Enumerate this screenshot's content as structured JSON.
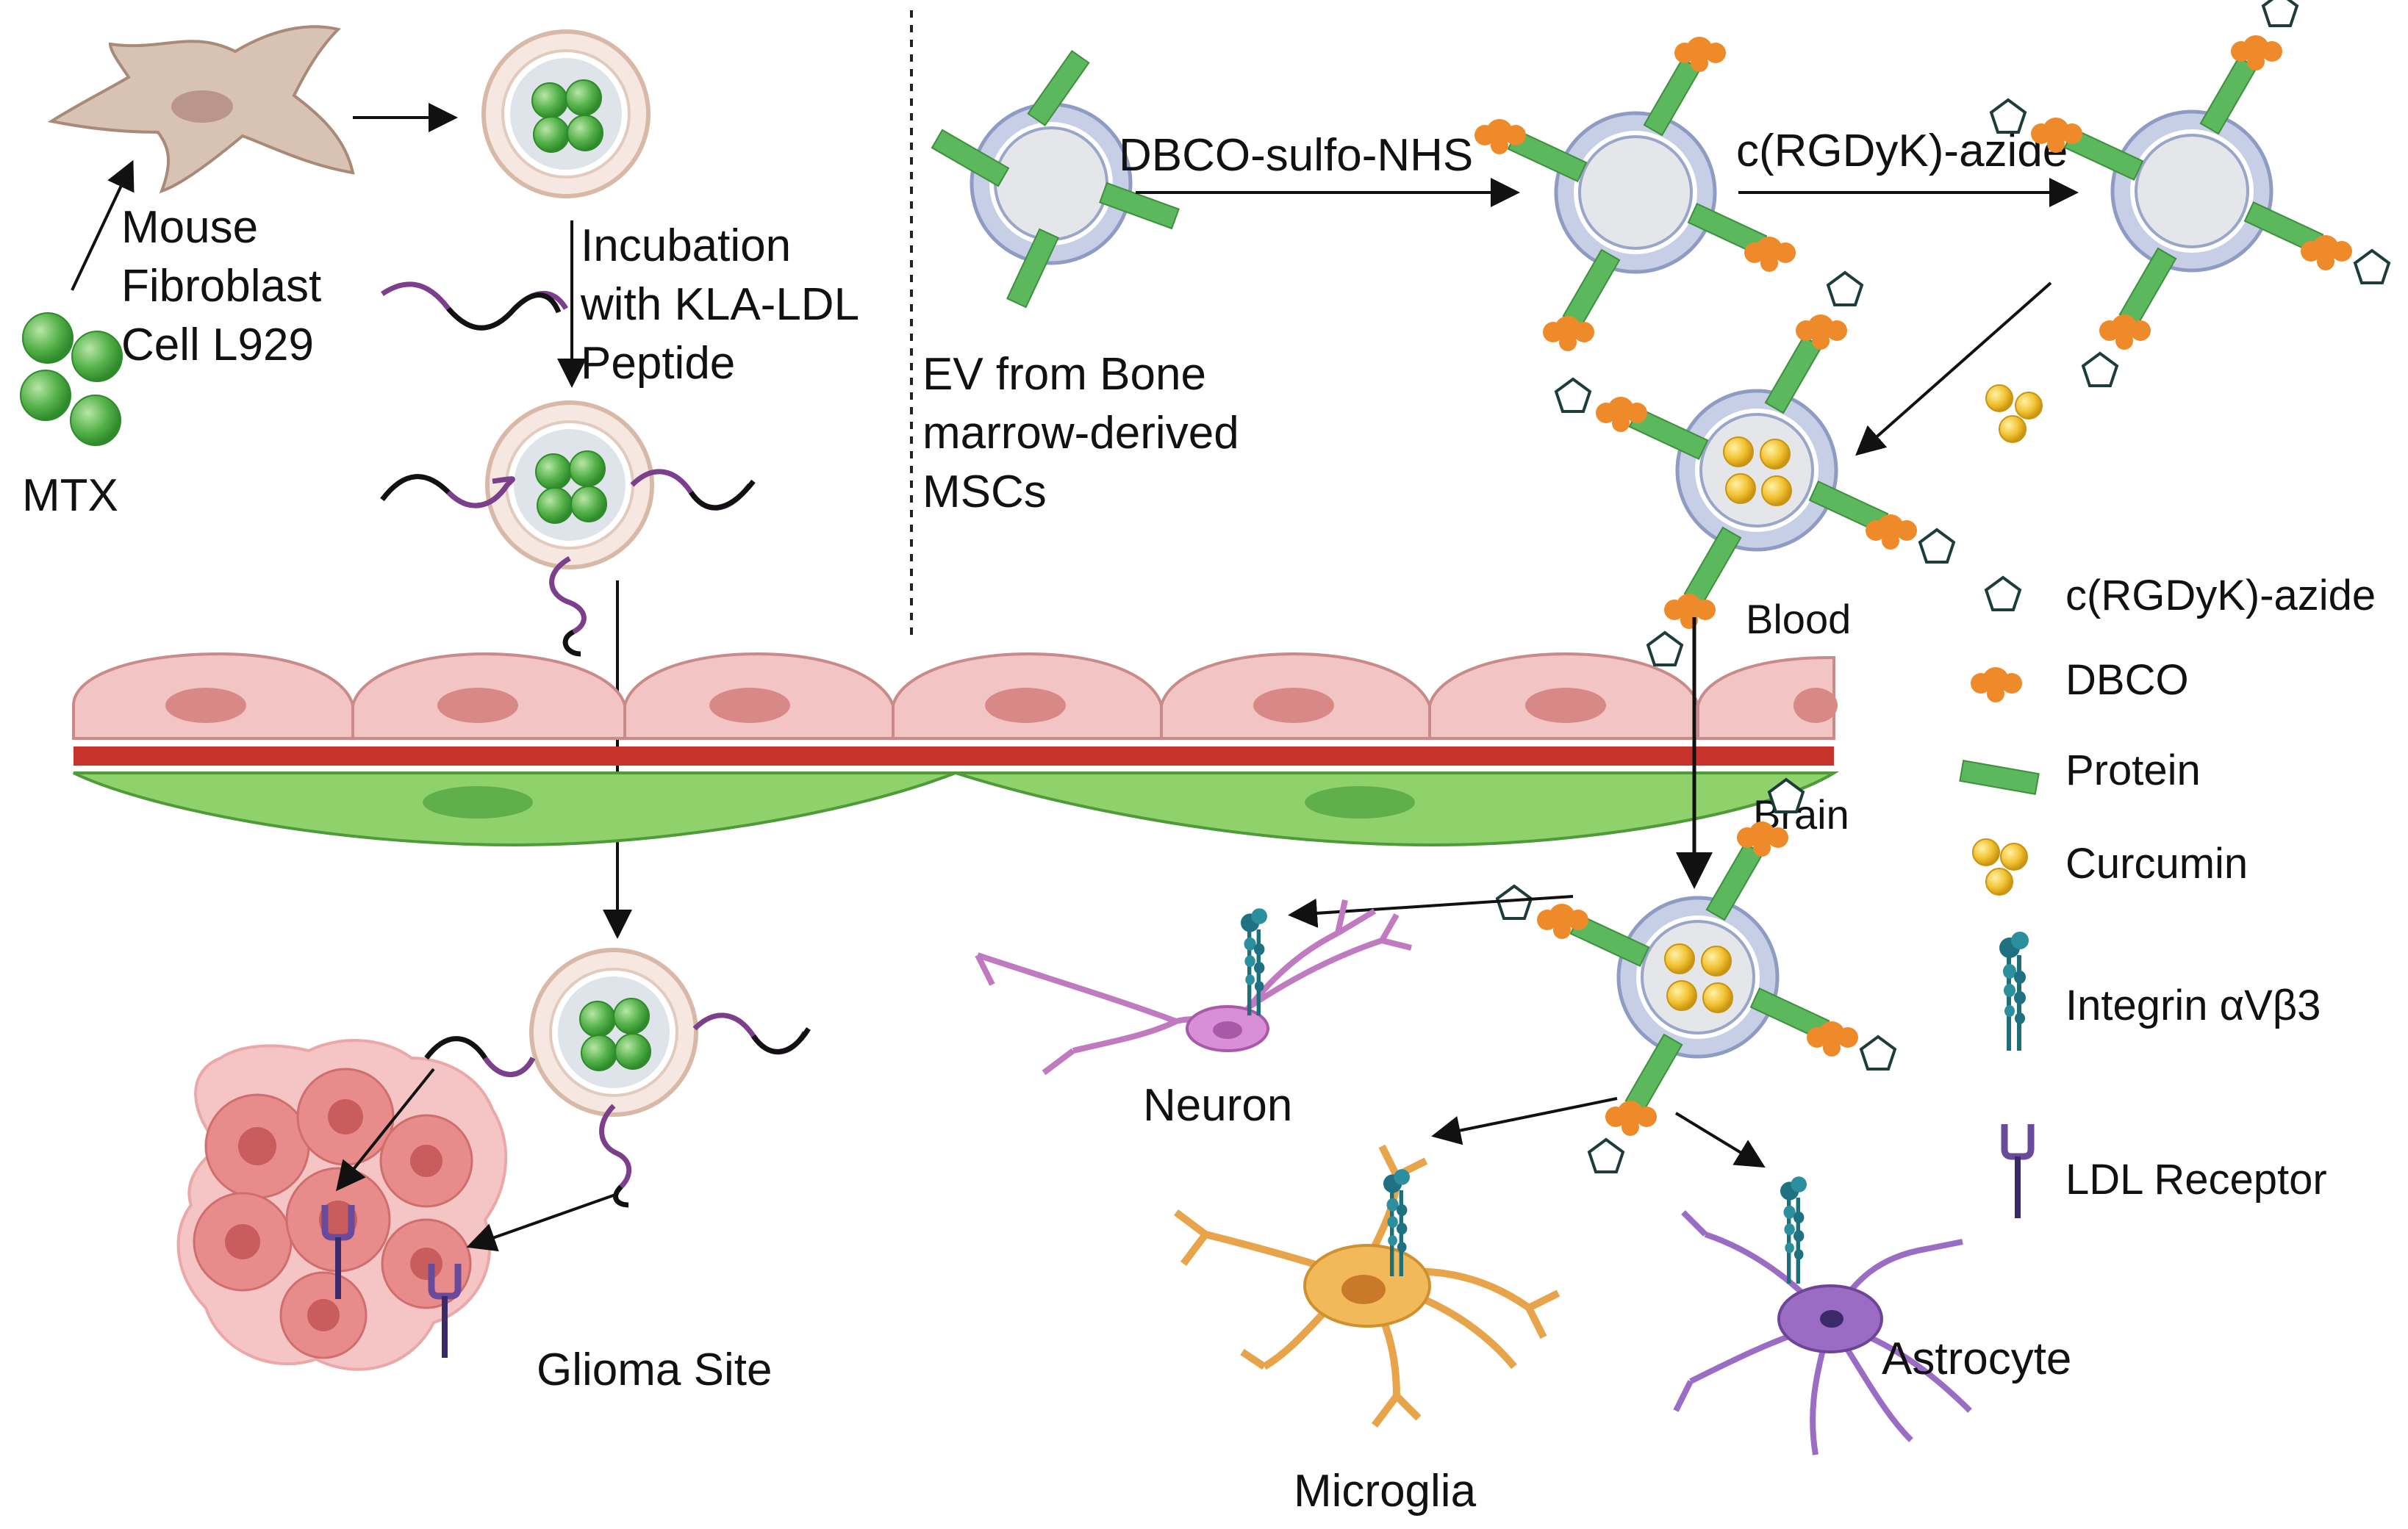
{
  "left_panel": {
    "source_cell_label": [
      "Mouse",
      "Fibroblast",
      "Cell L929"
    ],
    "drug_label": "MTX",
    "incubation_label": [
      "Incubation",
      "with KLA-LDL",
      "Peptide"
    ],
    "target_label": "Glioma Site"
  },
  "right_panel": {
    "ev_label": [
      "EV from Bone",
      "marrow-derived",
      "MSCs"
    ],
    "step1_label": "DBCO-sulfo-NHS",
    "step2_label": "c(RGDyK)-azide",
    "blood_label": "Blood",
    "brain_label": "Brain",
    "cell_labels": {
      "neuron": "Neuron",
      "microglia": "Microglia",
      "astrocyte": "Astrocyte"
    }
  },
  "legend": [
    {
      "icon": "pentagon-icon",
      "label": "c(RGDyK)-azide"
    },
    {
      "icon": "dbco-icon",
      "label": "DBCO"
    },
    {
      "icon": "protein-bar-icon",
      "label": "Protein"
    },
    {
      "icon": "curcumin-icon",
      "label": "Curcumin"
    },
    {
      "icon": "integrin-icon",
      "label": "Integrin αVβ3"
    },
    {
      "icon": "ldl-receptor-icon",
      "label": "LDL Receptor"
    }
  ],
  "colors": {
    "drug_sphere": "#4caf50",
    "curcumin": "#f2c232",
    "dbco": "#ee8a2a",
    "protein": "#5cb85c",
    "endothelial": "#f2c4c4",
    "basement": "#c8342c",
    "pericyte": "#8fd16a",
    "microglia": "#f2b95a",
    "astrocyte": "#9b6cc4",
    "neuron": "#d98fd8",
    "glioma": "#e88b8b"
  }
}
